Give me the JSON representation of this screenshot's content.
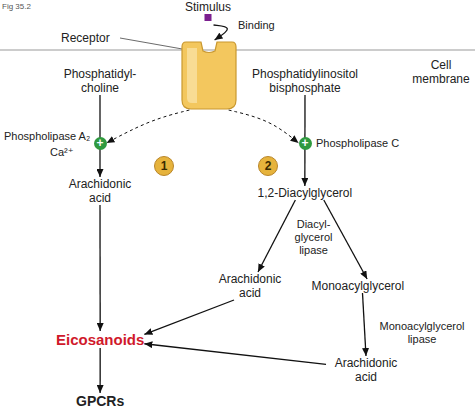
{
  "diagram": {
    "nodes": [
      {
        "text": [
          "Stimulus"
        ]
      },
      {
        "text": [
          "Receptor"
        ]
      },
      {
        "text": [
          "Phosphatidyl- choline"
        ]
      },
      {
        "text": [
          "Phosphatidylinositol bisphosphate"
        ]
      },
      {
        "text": [
          "+"
        ]
      },
      {
        "text": [
          "1"
        ]
      },
      {
        "text": [
          "2"
        ]
      },
      {
        "text": [
          "+"
        ]
      },
      {
        "text": [
          "Arachidonic acid"
        ]
      },
      {
        "text": [
          "1,2-Diacylglycerol"
        ]
      },
      {
        "text": [
          "Arachidonic acid"
        ]
      },
      {
        "text": [
          "Monoacylglycerol"
        ]
      },
      {
        "text": [
          "Eicosanoids"
        ]
      },
      {
        "text": [
          "Arachidonic acid"
        ]
      },
      {
        "text": [
          "GPCRs"
        ]
      }
    ],
    "edges": [
      {
        "from": 0,
        "to": 1,
        "arrow": "to",
        "label": "Binding"
      },
      {
        "from": 1,
        "to": 4,
        "arrow": "to"
      },
      {
        "from": 1,
        "to": 7,
        "arrow": "to"
      },
      {
        "from": 2,
        "to": 8,
        "arrow": "to"
      },
      {
        "from": 3,
        "to": 9,
        "arrow": "to"
      },
      {
        "from": 9,
        "to": 10,
        "arrow": "to"
      },
      {
        "from": 9,
        "to": 11,
        "arrow": "to"
      },
      {
        "from": 11,
        "to": 13,
        "arrow": "to"
      },
      {
        "from": 8,
        "to": 12,
        "arrow": "to"
      },
      {
        "from": 10,
        "to": 12,
        "arrow": "to"
      },
      {
        "from": 13,
        "to": 12,
        "arrow": "to"
      },
      {
        "from": 12,
        "to": 14,
        "arrow": "to"
      }
    ],
    "labels": [
      "Fig 35.2",
      "Cell membrane",
      "Phospholipase A₂",
      "Ca²⁺",
      "Phospholipase C",
      "Diacyl- glycerol lipase",
      "Monoacylglycerol lipase"
    ]
  }
}
